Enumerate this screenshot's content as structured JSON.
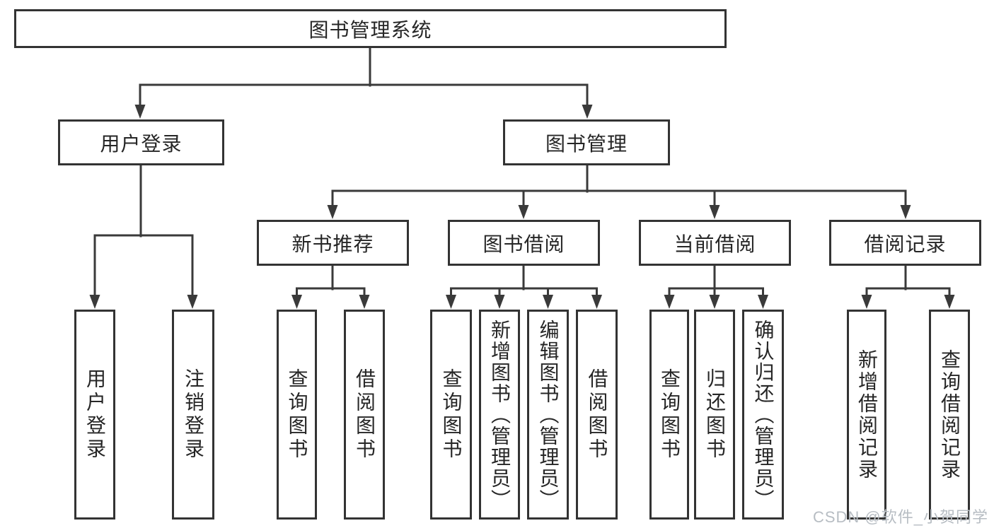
{
  "root": {
    "label": "图书管理系统"
  },
  "user_branch": {
    "label": "用户登录",
    "children": [
      "用户登录",
      "注销登录"
    ]
  },
  "mgmt_branch": {
    "label": "图书管理",
    "groups": [
      {
        "label": "新书推荐",
        "children": [
          "查询图书",
          "借阅图书"
        ]
      },
      {
        "label": "图书借阅",
        "children": [
          "查询图书",
          "新增图书（管理员）",
          "编辑图书（管理员）",
          "借阅图书"
        ]
      },
      {
        "label": "当前借阅",
        "children": [
          "查询图书",
          "归还图书",
          "确认归还（管理员）"
        ]
      },
      {
        "label": "借阅记录",
        "children": [
          "新增借阅记录",
          "查询借阅记录"
        ]
      }
    ]
  },
  "watermark": "CSDN @软件_小贺同学",
  "colors": {
    "line": "#3a3a3a",
    "box_border": "#333333",
    "text": "#262626",
    "watermark": "#b7bdc3",
    "background": "#ffffff"
  }
}
